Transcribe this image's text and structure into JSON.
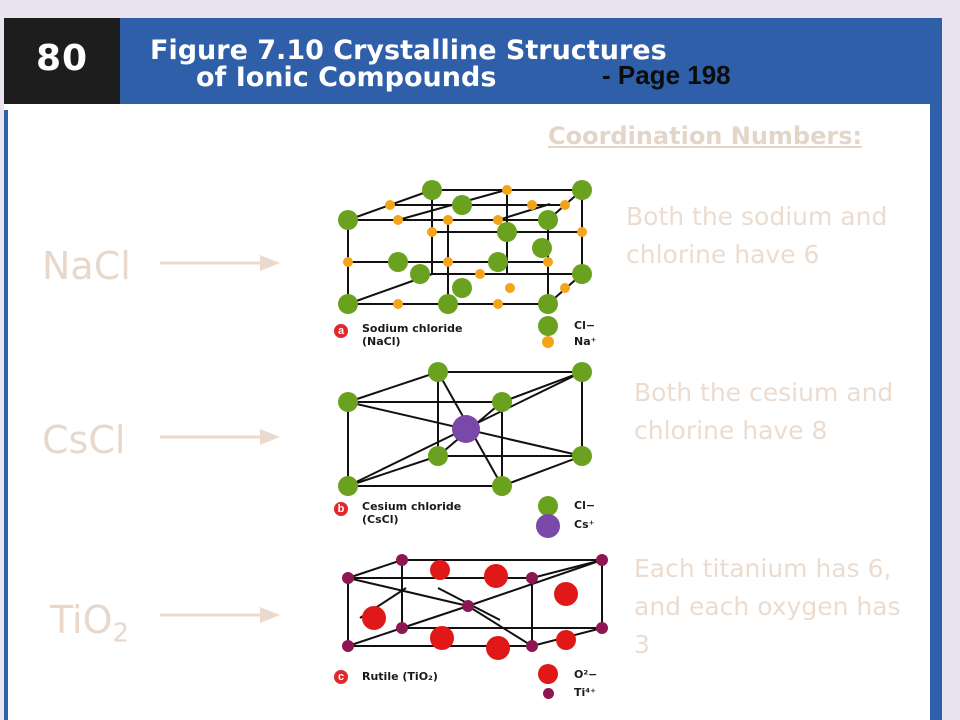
{
  "header": {
    "page_number": "80",
    "figure_title_line1": "Figure 7.10 Crystalline Structures",
    "figure_title_line2": "of Ionic Compounds",
    "page_reference": "- Page 198"
  },
  "coordination_title": "Coordination Numbers:",
  "structures": [
    {
      "formula": "NaCl",
      "caption_letter": "a",
      "caption_line1": "Sodium chloride",
      "caption_line2": "(NaCl)",
      "legend": [
        {
          "label": "Cl−",
          "color": "#6aa21f"
        },
        {
          "label": "Na⁺",
          "color": "#f3a417"
        }
      ],
      "description": "Both the sodium and chlorine have 6"
    },
    {
      "formula": "CsCl",
      "caption_letter": "b",
      "caption_line1": "Cesium chloride",
      "caption_line2": "(CsCl)",
      "legend": [
        {
          "label": "Cl−",
          "color": "#6aa21f"
        },
        {
          "label": "Cs⁺",
          "color": "#7a48a8"
        }
      ],
      "description": "Both the cesium and chlorine have 8"
    },
    {
      "formula_main": "TiO",
      "formula_sub": "2",
      "caption_letter": "c",
      "caption_line1": "Rutile (TiO₂)",
      "legend": [
        {
          "label": "O²−",
          "color": "#e01818"
        },
        {
          "label": "Ti⁴⁺",
          "color": "#8e1652"
        }
      ],
      "description": "Each titanium has 6, and each oxygen has 3"
    }
  ],
  "colors": {
    "header_dark": "#1d1d1d",
    "header_blue": "#2f5fa8",
    "chlorine_green": "#6aa21f",
    "sodium_orange": "#f3a417",
    "cesium_purple": "#7a48a8",
    "oxygen_red": "#e01818",
    "titanium_maroon": "#8e1652",
    "faded_text": "#ecdccf"
  }
}
